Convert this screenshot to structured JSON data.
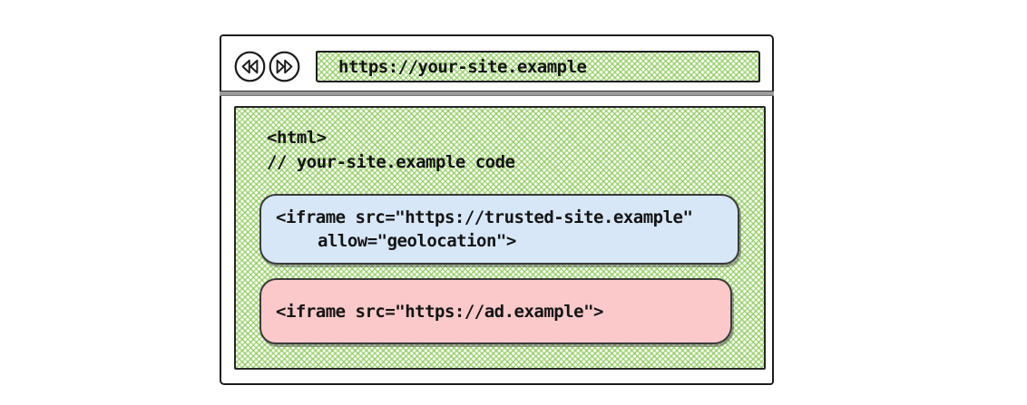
{
  "toolbar": {
    "back_icon": "double-chevron-left-in-circle",
    "forward_icon": "double-chevron-right-in-circle",
    "address_value": "https://your-site.example"
  },
  "content": {
    "code_line_1": "<html>",
    "code_line_2": "// your-site.example code",
    "trusted_iframe": {
      "line_1": "<iframe src=\"https://trusted-site.example\"",
      "line_2": "allow=\"geolocation\">"
    },
    "ad_iframe": {
      "line_1": "<iframe src=\"https://ad.example\">"
    }
  },
  "colors": {
    "outline": "#1c1c1c",
    "green_hatch": "#8bc75c",
    "trusted_box_fill": "#d7e7f8",
    "ad_box_fill": "#fbc9ca",
    "text": "#141414"
  }
}
